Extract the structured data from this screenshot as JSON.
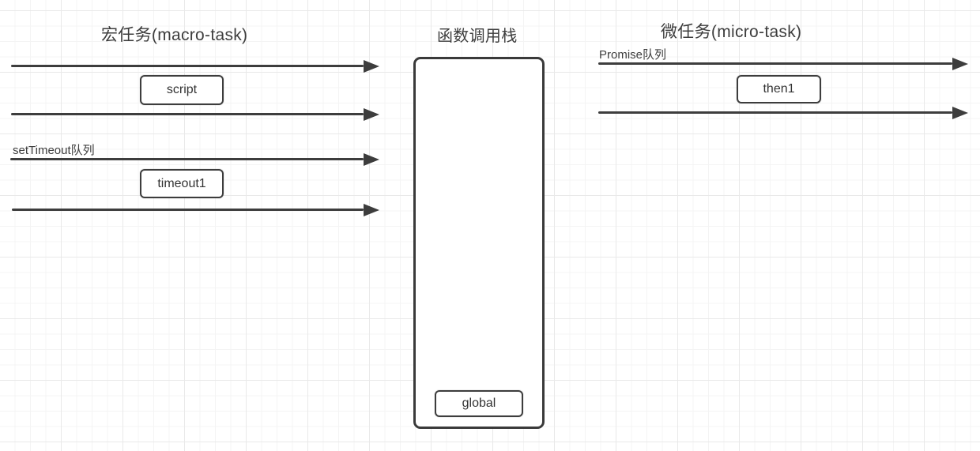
{
  "colors": {
    "stroke": "#3d3d3d",
    "box_fill": "#ffffff",
    "background": "#ffffff",
    "grid_minor": "#f4f4f4",
    "grid_major": "#e9e9e9"
  },
  "macro_task": {
    "title": "宏任务(macro-task)",
    "queue_label": "setTimeout队列",
    "script_box": "script",
    "timeout_box": "timeout1"
  },
  "call_stack": {
    "title": "函数调用栈",
    "global_frame": "global"
  },
  "micro_task": {
    "title": "微任务(micro-task)",
    "queue_label": "Promise队列",
    "then_box": "then1"
  }
}
